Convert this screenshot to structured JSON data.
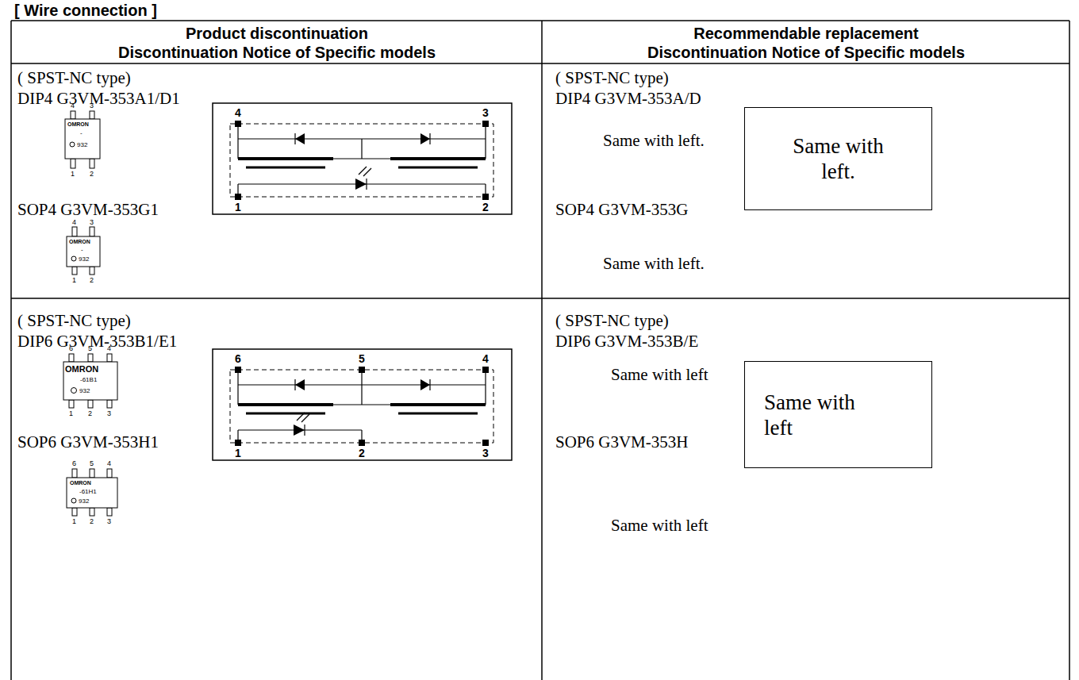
{
  "diagram": {
    "title": "[ Wire connection ]",
    "nodes": [
      {
        "text": [
          "Same with left."
        ]
      },
      {
        "text": [
          "Same with left"
        ]
      }
    ],
    "labels": [
      "Product discontinuation",
      "Discontinuation Notice of Specific models",
      "Recommendable replacement",
      "Discontinuation Notice of Specific models",
      "( SPST-NC type)",
      "DIP4 G3VM-353A1/D1",
      "4",
      "3",
      "OMRON",
      "-",
      "932",
      "1",
      "2",
      "SOP4 G3VM-353G1",
      "4",
      "3",
      "OMRON",
      "-",
      "932",
      "1",
      "2",
      "4",
      "3",
      "1",
      "2",
      "( SPST-NC type)",
      "DIP4 G3VM-353A/D",
      "Same with left.",
      "SOP4 G3VM-353G",
      "Same with left.",
      "( SPST-NC type)",
      "DIP6 G3VM-353B1/E1",
      "6",
      "5",
      "4",
      "OMRON",
      "-61B1",
      "932",
      "1",
      "2",
      "3",
      "SOP6 G3VM-353H1",
      "6",
      "5",
      "4",
      "OMRON",
      "-61H1",
      "932",
      "1",
      "2",
      "3",
      "6",
      "5",
      "4",
      "1",
      "2",
      "3",
      "( SPST-NC type)",
      "DIP6 G3VM-353B/E",
      "Same with left",
      "SOP6 G3VM-353H",
      "Same with left"
    ]
  }
}
